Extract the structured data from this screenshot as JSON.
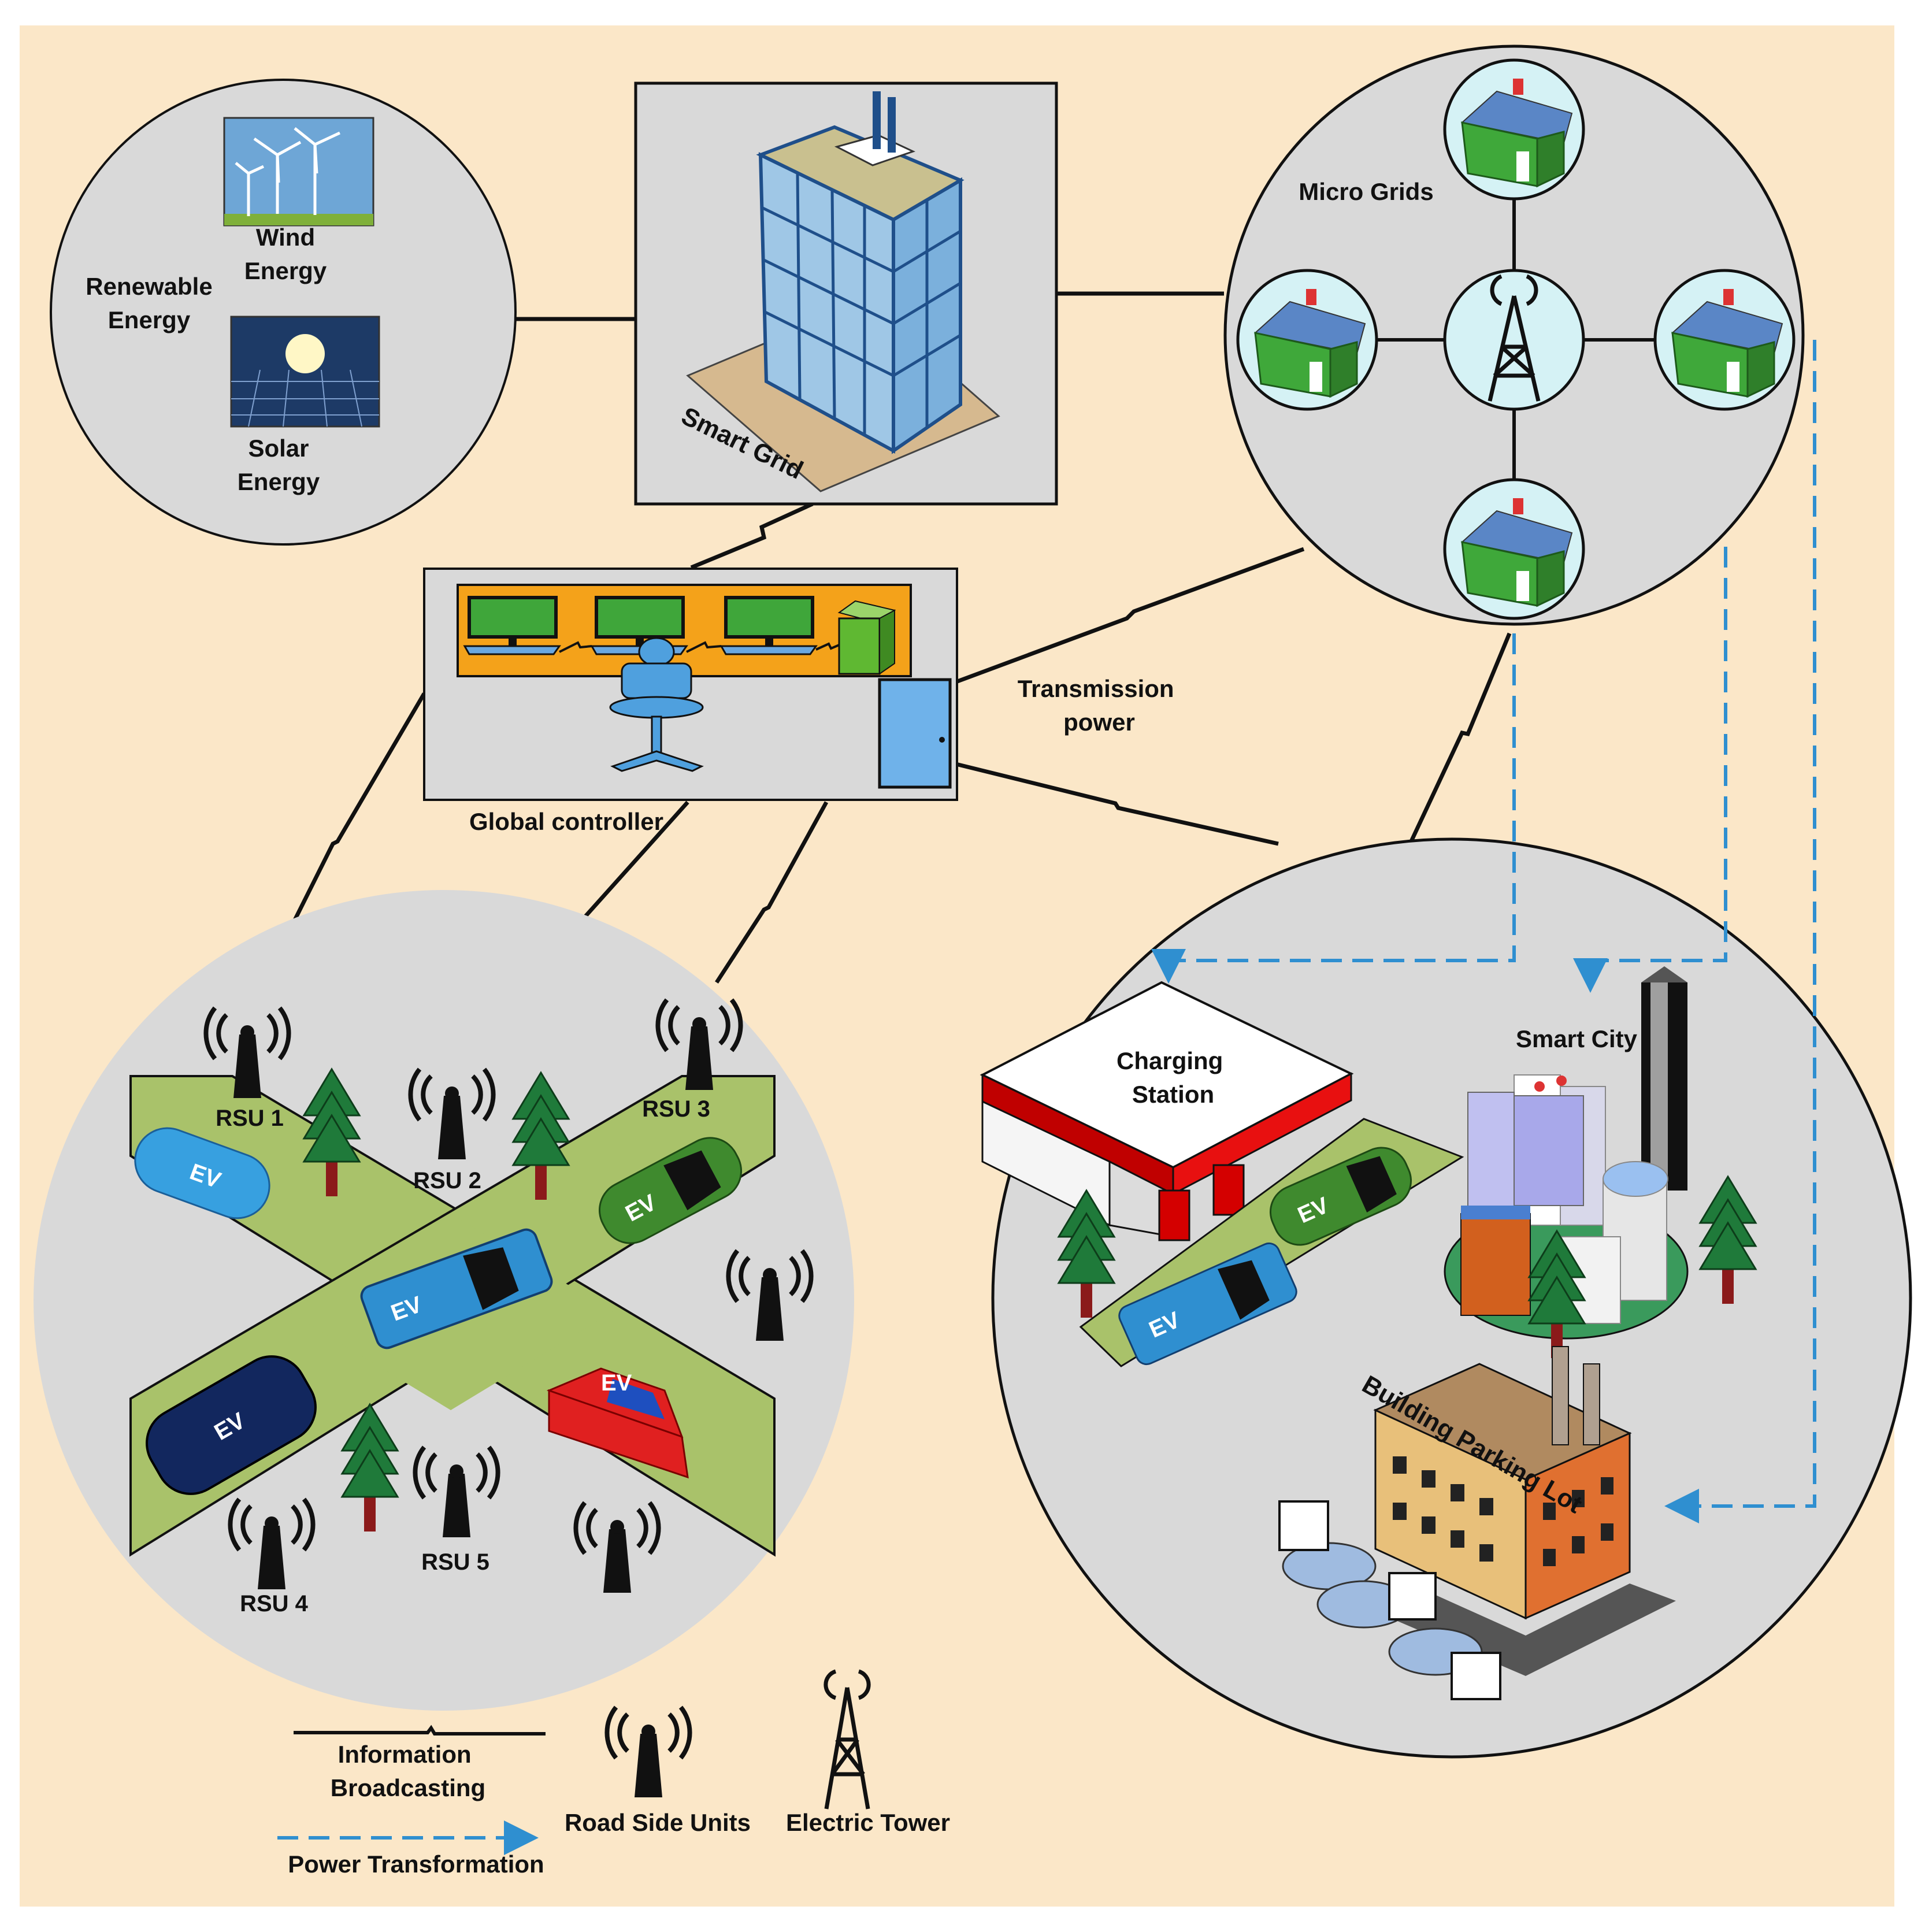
{
  "labels": {
    "renewable": "Renewable Energy",
    "wind": "Wind Energy",
    "solar": "Solar Energy",
    "smart_grid": "Smart Grid",
    "micro_grids": "Micro Grids",
    "global_controller": "Global controller",
    "transmission": "Transmission power",
    "charging_station": "Charging Station",
    "smart_city": "Smart City",
    "parking_lot": "Building Parking Lot",
    "rsu1": "RSU 1",
    "rsu2": "RSU 2",
    "rsu3": "RSU 3",
    "rsu4": "RSU 4",
    "rsu5": "RSU 5",
    "ev": "EV"
  },
  "legend": {
    "info": "Information Broadcasting",
    "power": "Power Transformation",
    "rsu": "Road Side Units",
    "tower": "Electric Tower"
  },
  "colors": {
    "background": "#fbe7c8",
    "circle_fill": "#d9d9d9",
    "road": "#a9c26a",
    "power_line": "#2f8fd0",
    "ev_blue": "#2f8fd0",
    "ev_green": "#3f8a2e",
    "ev_navy": "#12275e",
    "ev_red": "#e02020",
    "house_green": "#3fa83a",
    "tree": "#1f7a3a",
    "console": "#f4a21a",
    "roof_red": "#d40000"
  }
}
